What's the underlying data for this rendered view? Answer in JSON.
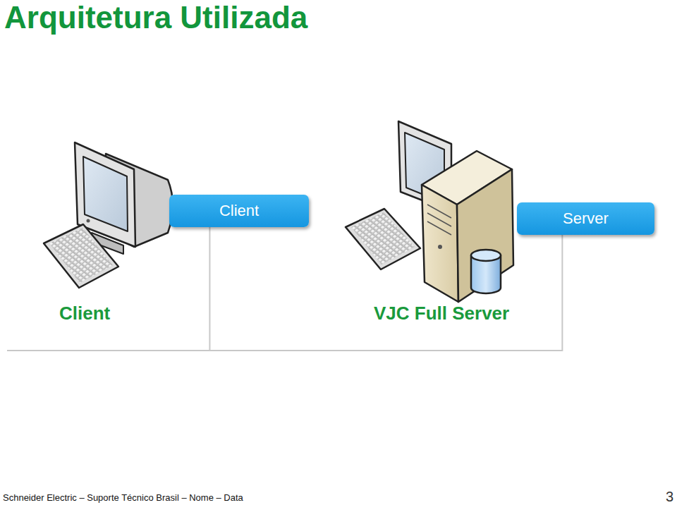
{
  "diagram": {
    "title": "Arquitetura Utilizada",
    "nodes": [
      {
        "text": [
          "Client"
        ]
      },
      {
        "text": [
          "Server"
        ]
      }
    ],
    "edges": [
      {
        "from": 0,
        "to": 1,
        "arrow": "none"
      }
    ],
    "labels": [
      "Client",
      "VJC Full Server",
      "Schneider Electric – Suporte Técnico Brasil – Nome – Data",
      "3"
    ]
  }
}
